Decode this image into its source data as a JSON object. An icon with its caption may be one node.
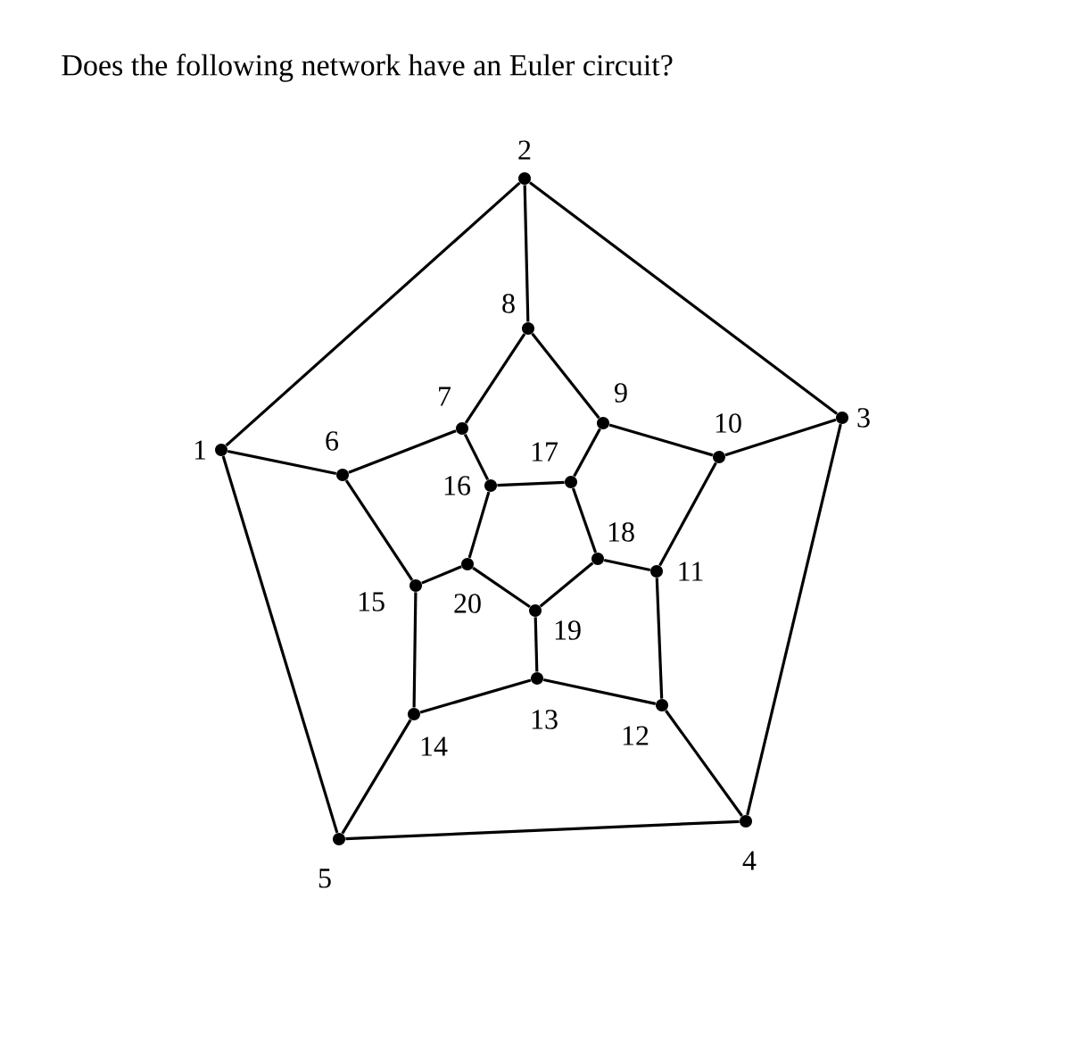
{
  "diagram": {
    "title": "Does the following network have an Euler circuit?",
    "nodes": [
      {
        "text": [],
        "shape": "circle",
        "beside": [
          "1"
        ]
      },
      {
        "text": [],
        "shape": "circle",
        "beside": [
          "2"
        ]
      },
      {
        "text": [],
        "shape": "circle",
        "beside": [
          "3"
        ]
      },
      {
        "text": [],
        "shape": "circle",
        "beside": [
          "4"
        ]
      },
      {
        "text": [],
        "shape": "circle",
        "beside": [
          "5"
        ]
      },
      {
        "text": [],
        "shape": "circle",
        "beside": [
          "6"
        ]
      },
      {
        "text": [],
        "shape": "circle",
        "beside": [
          "7"
        ]
      },
      {
        "text": [],
        "shape": "circle",
        "beside": [
          "8"
        ]
      },
      {
        "text": [],
        "shape": "circle",
        "beside": [
          "9"
        ]
      },
      {
        "text": [],
        "shape": "circle",
        "beside": [
          "10"
        ]
      },
      {
        "text": [],
        "shape": "circle",
        "beside": [
          "11"
        ]
      },
      {
        "text": [],
        "shape": "circle",
        "beside": [
          "12"
        ]
      },
      {
        "text": [],
        "shape": "circle",
        "beside": [
          "13"
        ]
      },
      {
        "text": [],
        "shape": "circle",
        "beside": [
          "14"
        ]
      },
      {
        "text": [],
        "shape": "circle",
        "beside": [
          "15"
        ]
      },
      {
        "text": [],
        "shape": "circle",
        "beside": [
          "16"
        ]
      },
      {
        "text": [],
        "shape": "circle",
        "beside": [
          "17"
        ]
      },
      {
        "text": [],
        "shape": "circle",
        "beside": [
          "18"
        ]
      },
      {
        "text": [],
        "shape": "circle",
        "beside": [
          "19"
        ]
      },
      {
        "text": [],
        "shape": "circle",
        "beside": [
          "20"
        ]
      }
    ],
    "edges": [
      {
        "from": 0,
        "to": 1,
        "arrow": "none"
      },
      {
        "from": 1,
        "to": 2,
        "arrow": "none"
      },
      {
        "from": 2,
        "to": 3,
        "arrow": "none"
      },
      {
        "from": 3,
        "to": 4,
        "arrow": "none"
      },
      {
        "from": 4,
        "to": 0,
        "arrow": "none"
      },
      {
        "from": 0,
        "to": 5,
        "arrow": "none"
      },
      {
        "from": 1,
        "to": 7,
        "arrow": "none"
      },
      {
        "from": 2,
        "to": 9,
        "arrow": "none"
      },
      {
        "from": 3,
        "to": 11,
        "arrow": "none"
      },
      {
        "from": 4,
        "to": 13,
        "arrow": "none"
      },
      {
        "from": 5,
        "to": 6,
        "arrow": "none"
      },
      {
        "from": 6,
        "to": 7,
        "arrow": "none"
      },
      {
        "from": 7,
        "to": 8,
        "arrow": "none"
      },
      {
        "from": 8,
        "to": 9,
        "arrow": "none"
      },
      {
        "from": 9,
        "to": 10,
        "arrow": "none"
      },
      {
        "from": 10,
        "to": 11,
        "arrow": "none"
      },
      {
        "from": 11,
        "to": 12,
        "arrow": "none"
      },
      {
        "from": 12,
        "to": 13,
        "arrow": "none"
      },
      {
        "from": 13,
        "to": 14,
        "arrow": "none"
      },
      {
        "from": 14,
        "to": 5,
        "arrow": "none"
      },
      {
        "from": 6,
        "to": 15,
        "arrow": "none"
      },
      {
        "from": 8,
        "to": 16,
        "arrow": "none"
      },
      {
        "from": 10,
        "to": 17,
        "arrow": "none"
      },
      {
        "from": 12,
        "to": 18,
        "arrow": "none"
      },
      {
        "from": 14,
        "to": 19,
        "arrow": "none"
      },
      {
        "from": 15,
        "to": 16,
        "arrow": "none"
      },
      {
        "from": 16,
        "to": 17,
        "arrow": "none"
      },
      {
        "from": 17,
        "to": 18,
        "arrow": "none"
      },
      {
        "from": 18,
        "to": 19,
        "arrow": "none"
      },
      {
        "from": 19,
        "to": 15,
        "arrow": "none"
      }
    ]
  }
}
